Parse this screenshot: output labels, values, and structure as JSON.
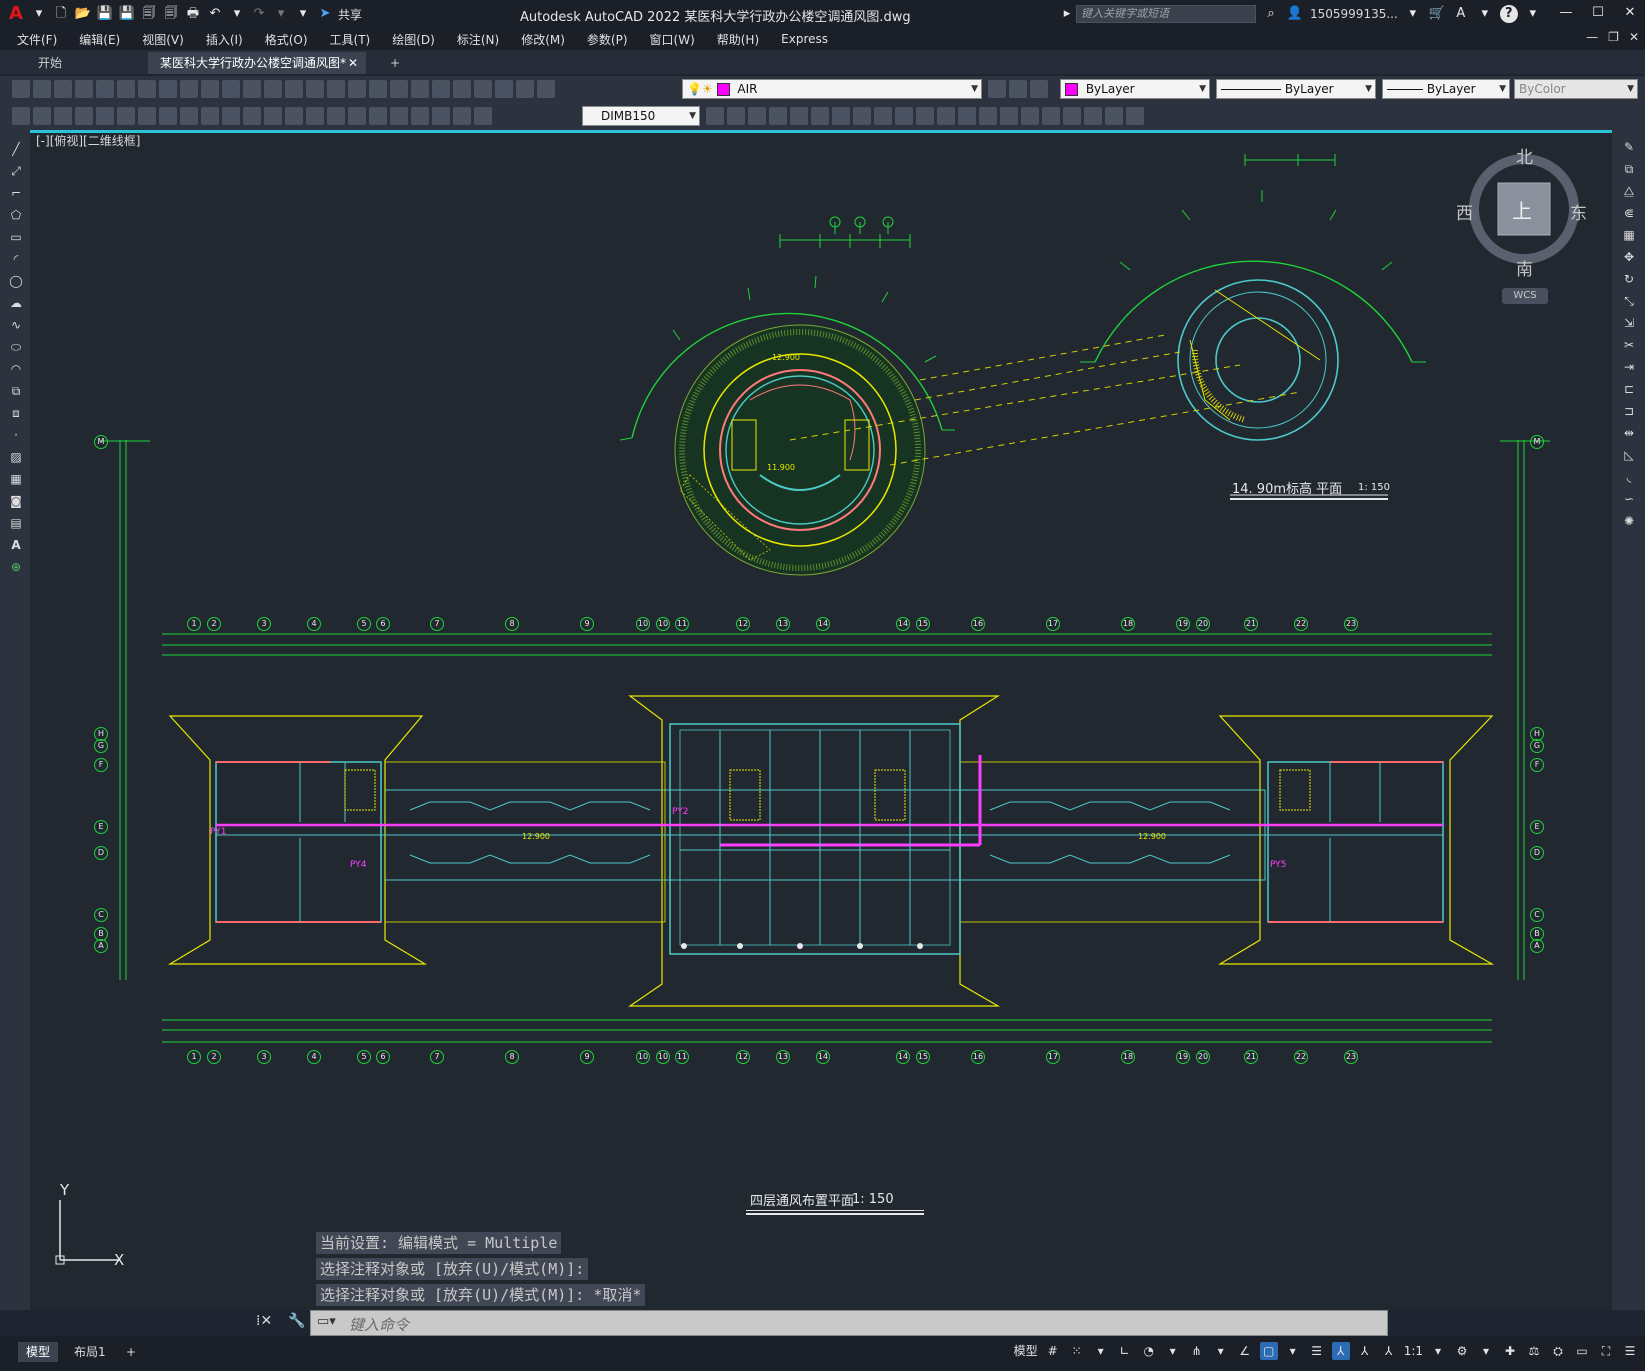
{
  "app": {
    "logo": "A",
    "title": "Autodesk AutoCAD 2022    某医科大学行政办公楼空调通风图.dwg",
    "share_label": "共享",
    "search_placeholder": "键入关键字或短语",
    "user": "1505999135...",
    "help": "?"
  },
  "menu": [
    "文件(F)",
    "编辑(E)",
    "视图(V)",
    "插入(I)",
    "格式(O)",
    "工具(T)",
    "绘图(D)",
    "标注(N)",
    "修改(M)",
    "参数(P)",
    "窗口(W)",
    "帮助(H)",
    "Express"
  ],
  "tabs": {
    "start": "开始",
    "doc": "某医科大学行政办公楼空调通风图*",
    "close": "✕",
    "add": "+"
  },
  "toolbar": {
    "layer": "AIR",
    "color": "ByLayer",
    "linetype": "ByLayer",
    "lineweight": "ByLayer",
    "plotstyle": "ByColor",
    "dimstyle": "DIMB150",
    "layer_color": "#ff00ff"
  },
  "viewport": {
    "label": "[-][俯视][二维线框]"
  },
  "viewcube": {
    "north": "北",
    "south": "南",
    "east": "东",
    "west": "西",
    "top": "上",
    "wcs": "WCS"
  },
  "drawing": {
    "plan_title": "四层通风布置平面",
    "plan_scale": "1: 150",
    "roof_title": "14. 90m标高  平面",
    "roof_scale": "1: 150",
    "elev_1": "12.900",
    "elev_2": "11.900",
    "elev_3": "12.900",
    "elev_4": "12.900",
    "axes_top": [
      "1",
      "2",
      "3",
      "4",
      "5",
      "6",
      "7",
      "8",
      "9",
      "10",
      "10",
      "11",
      "12",
      "13",
      "14",
      "14",
      "15",
      "16",
      "17",
      "18",
      "19",
      "20",
      "21",
      "22",
      "23"
    ],
    "axes_bottom": [
      "1",
      "2",
      "3",
      "4",
      "5",
      "6",
      "7",
      "8",
      "9",
      "10",
      "10",
      "11",
      "12",
      "13",
      "14",
      "14",
      "15",
      "16",
      "17",
      "18",
      "19",
      "20",
      "21",
      "22",
      "23"
    ],
    "axes_left": [
      "M",
      "H",
      "G",
      "F",
      "E",
      "D",
      "C",
      "B",
      "A"
    ],
    "axes_right": [
      "M",
      "H",
      "G",
      "F",
      "E",
      "D",
      "C",
      "B",
      "A"
    ],
    "fan_labels": [
      "PY2",
      "PY4",
      "PY5",
      "PY1"
    ]
  },
  "command": {
    "line1": "当前设置: 编辑模式 = Multiple",
    "line2": "选择注释对象或 [放弃(U)/模式(M)]:",
    "line3": "选择注释对象或 [放弃(U)/模式(M)]: *取消*",
    "placeholder": "键入命令"
  },
  "status": {
    "tab_model": "模型",
    "tab_layout": "布局1",
    "add": "+",
    "model_btn": "模型",
    "scale": "1:1"
  },
  "ucs": {
    "x": "X",
    "y": "Y"
  }
}
